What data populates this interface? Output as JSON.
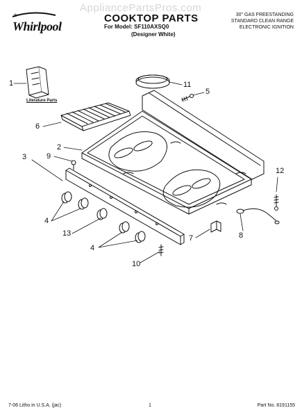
{
  "header": {
    "brand": "Whirlpool",
    "brand_mark": "®",
    "watermark": "AppliancePartsPros.com",
    "title": "COOKTOP PARTS",
    "model_line": "For Model: SF110AXSQ0",
    "color_line": "(Designer White)",
    "spec_lines": [
      "30\" GAS FREESTANDING",
      "STANDARD CLEAN RANGE",
      "ELECTRONIC IGNITION"
    ]
  },
  "diagram": {
    "literature_label": "Literature Parts",
    "callouts": [
      "1",
      "11",
      "5",
      "6",
      "2",
      "9",
      "3",
      "12",
      "4",
      "13",
      "4",
      "7",
      "8",
      "10"
    ]
  },
  "footer": {
    "litho": "7-06 Litho in U.S.A. (jac)",
    "page": "1",
    "part_no": "Part No. 8191155"
  },
  "colors": {
    "ink": "#111111",
    "watermark": "#d6d6d6",
    "background": "#ffffff"
  }
}
